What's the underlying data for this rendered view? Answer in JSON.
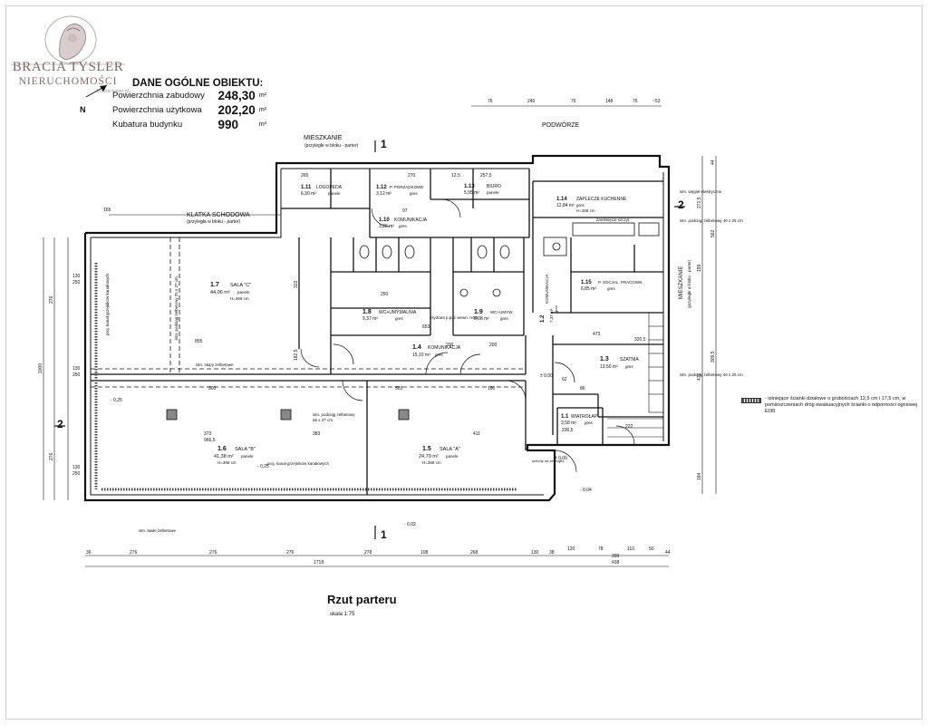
{
  "brand": {
    "name": "BRACIA TYSLER",
    "subtitle": "NIERUCHOMOŚCI",
    "small": "bracia-tysler.pl"
  },
  "general_data": {
    "title": "DANE OGÓLNE OBIEKTU:",
    "rows": [
      {
        "label": "Powierzchnia zabudowy",
        "value": "248,30",
        "unit": "m²"
      },
      {
        "label": "Powierzchnia użytkowa",
        "value": "202,20",
        "unit": "m²"
      },
      {
        "label": "Kubatura budynku",
        "value": "990",
        "unit": "m³"
      }
    ]
  },
  "plan": {
    "title": "Rzut parteru",
    "scale": "skala 1:75",
    "north": "N"
  },
  "labels": {
    "mieszkanie_top": "MIESZKANIE",
    "mieszkanie_top_sub": "(przyległe w bloku - parter)",
    "podworze": "PODWÓRZE",
    "klatka": "KLATKA SCHODOWA",
    "klatka_sub": "(przyległa w bloku - parter)",
    "mieszkanie_right": "MIESZKANIE",
    "mieszkanie_right_sub": "(przyległe w bloku - parter)",
    "slupy": "istn. słupy żelbetowe",
    "podciag_center": "istn. podciąg żelbetowy",
    "podciag_center_dim": "56 x 37 cm",
    "podciag_left": "istn. podciąg żelbetowy 25 x 37 cm",
    "kanal_left": "proj. kanał grzejników kanałowych",
    "kanal_bottom": "proj. kanał grzejników kanałowych",
    "lawki": "istn. ławki żelbetowe",
    "wegiel": "istn. węgieł elektryczne",
    "podciag_right1": "istn. podciąg żelbetowy 40 x 25 cm",
    "podciag_right2": "istn. podciąg żelbetowy 40 x 25 cm",
    "hydrant": "Hydrant p.poż wewn. HG5",
    "zamkniecie": "zamknięcie szczyt",
    "schody": "schody na zewnątrz"
  },
  "rooms": [
    {
      "num": "1.11",
      "name": "LOGOPEDA",
      "area": "6,30 m²",
      "floor": "panele"
    },
    {
      "num": "1.12",
      "name": "P. PORZĄDKOWE",
      "area": "3,12 m²",
      "floor": "gres"
    },
    {
      "num": "1.13",
      "name": "BIURO",
      "area": "5,95 m²",
      "floor": "panele"
    },
    {
      "num": "1.10",
      "name": "KOMUNIKACJA",
      "area": "3,26 m²",
      "floor": "gres"
    },
    {
      "num": "1.14",
      "name": "ZAPLECZE KUCHENNE",
      "area": "12,84 m²",
      "floor": "gres",
      "height": "H=368 cm"
    },
    {
      "num": "1.7",
      "name": "SALA \"C\"",
      "area": "44,06 m²",
      "floor": "panele",
      "height": "H=368 cm"
    },
    {
      "num": "1.8",
      "name": "WC+UMYWALNIA",
      "area": "9,37 m²",
      "floor": "gres"
    },
    {
      "num": "1.9",
      "name": "WC+UMYW.",
      "area": "8,08 m²",
      "floor": "gres"
    },
    {
      "num": "1.15",
      "name": "P. SOCJAL. PRACOWN.",
      "area": "6,85 m²",
      "floor": "gres"
    },
    {
      "num": "1.2",
      "name": "KOMUNIKACJA",
      "area": "7,37 m²",
      "floor": "gres"
    },
    {
      "num": "1.4",
      "name": "KOMUNIKACJA",
      "area": "15,10 m²",
      "floor": "gres"
    },
    {
      "num": "1.3",
      "name": "SZATNIA",
      "area": "13,50 m²",
      "floor": "gres"
    },
    {
      "num": "1.1",
      "name": "WIATROŁAP",
      "area": "3,58 m²",
      "floor": "gres"
    },
    {
      "num": "1.6",
      "name": "SALA \"B\"",
      "area": "41,38 m²",
      "floor": "panele",
      "height": "H=368 cm"
    },
    {
      "num": "1.5",
      "name": "SALA \"A\"",
      "area": "24,70 m²",
      "floor": "panele",
      "height": "H=368 cm"
    }
  ],
  "dims": {
    "top": [
      "76",
      "240",
      "76",
      "148",
      "76",
      "~53"
    ],
    "bottom1": [
      "36",
      "276",
      "276",
      "276",
      "278",
      "108",
      "268",
      "130",
      "38",
      "120",
      "78",
      "110",
      "50",
      "44"
    ],
    "bottom_total": "1718",
    "bottom_right": [
      "390",
      "438"
    ],
    "left_total": "1000",
    "left": [
      "130",
      "250",
      "276",
      "130",
      "250",
      "276",
      "130",
      "250"
    ],
    "right": [
      "44",
      "271,5",
      "562",
      "199",
      "471",
      "309,5",
      "184"
    ],
    "interior": [
      "855",
      "300",
      "503",
      "190",
      "373",
      "966,5",
      "383",
      "411",
      "653",
      "200",
      "182,5",
      "322",
      "473",
      "320,5",
      "222",
      "236,5",
      "62",
      "86",
      "165",
      "265",
      "270",
      "257,5",
      "12,5",
      "97",
      "250",
      "200"
    ]
  },
  "section_marks": [
    "1",
    "1",
    "2",
    "2"
  ],
  "levels": [
    "± 0,00",
    "± 0,00",
    "- 0,25",
    "- 0,25",
    "- 0,02",
    "- 0,04"
  ],
  "legend": {
    "text": "- istniejące ścianki działowe o grubościach 12,5 cm i 17,5 cm, w pomieszczeniach dróg ewakuacyjnych ścianki o odporności ogniowej EI30"
  }
}
